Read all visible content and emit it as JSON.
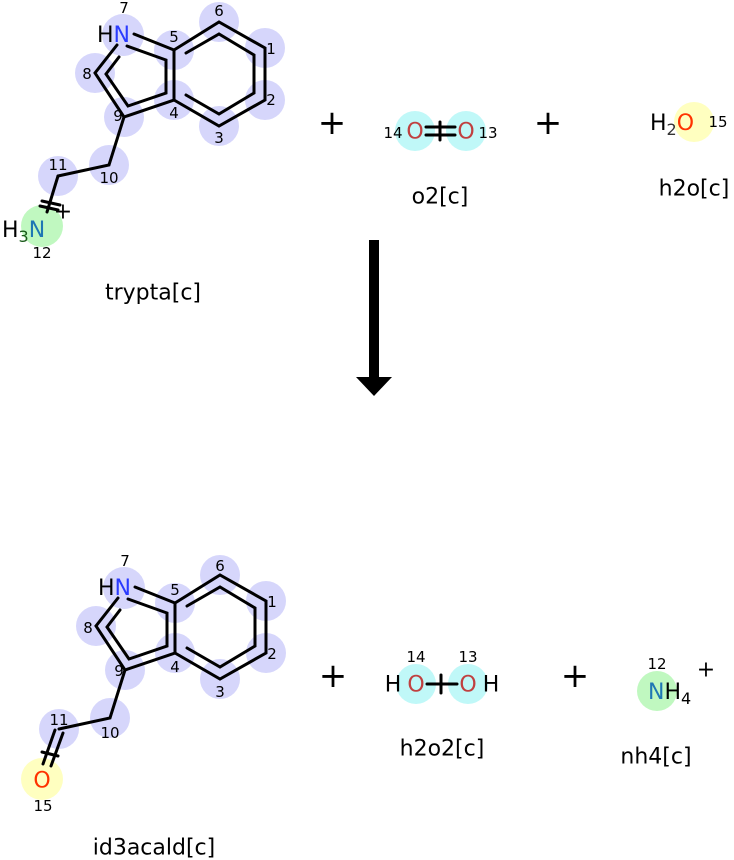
{
  "colors": {
    "nitrogen_indole": "#2b3bff",
    "nitrogen": "#1f77b4",
    "oxygen_red": "#ff3300",
    "oxygen_peroxide": "#c04040",
    "carbon_highlight": "#d6d6fb",
    "cyan_highlight": "#c0f8f8",
    "yellow_highlight": "#ffffc0",
    "green_highlight": "#c0f8c0"
  },
  "reactants": [
    {
      "name": "trypta[c]",
      "atoms": {
        "n1": "1",
        "n2": "2",
        "n3": "3",
        "n4": "4",
        "n5": "5",
        "n6": "6",
        "n7": "7",
        "n8": "8",
        "n9": "9",
        "n10": "10",
        "n11": "11",
        "n12": "12"
      },
      "symbols": {
        "hn": "H",
        "n": "N",
        "h3": "H",
        "sub3": "3",
        "n12": "N",
        "charge": "+"
      }
    },
    {
      "name": "o2[c]",
      "atoms": {
        "o14": "14",
        "o13": "13"
      },
      "symbols": {
        "o": "O"
      }
    },
    {
      "name": "h2o[c]",
      "atoms": {
        "o15": "15"
      },
      "symbols": {
        "h": "H",
        "sub2": "2",
        "o": "O"
      }
    }
  ],
  "products": [
    {
      "name": "id3acald[c]",
      "atoms": {
        "n1": "1",
        "n2": "2",
        "n3": "3",
        "n4": "4",
        "n5": "5",
        "n6": "6",
        "n7": "7",
        "n8": "8",
        "n9": "9",
        "n10": "10",
        "n11": "11",
        "o15": "15"
      },
      "symbols": {
        "hn": "H",
        "n": "N",
        "o": "O"
      }
    },
    {
      "name": "h2o2[c]",
      "atoms": {
        "o14": "14",
        "o13": "13"
      },
      "symbols": {
        "h": "H",
        "o": "O"
      }
    },
    {
      "name": "nh4[c]",
      "atoms": {
        "n12": "12"
      },
      "symbols": {
        "n": "N",
        "h": "H",
        "sub4": "4",
        "charge": "+"
      }
    }
  ],
  "operators": {
    "plus": "+"
  }
}
